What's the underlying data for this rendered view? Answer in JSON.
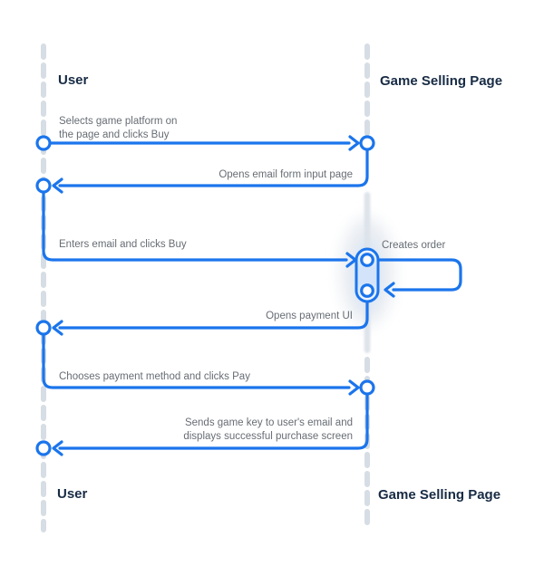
{
  "diagram_type": "sequence-diagram",
  "colors": {
    "background": "#ffffff",
    "accent": "#1b75ec",
    "lifeline": "#d6dde4",
    "actor_text": "#172b44",
    "message_text": "#676d74",
    "activation_glow": "#e9edf2"
  },
  "actors": {
    "user_top": "User",
    "user_bottom": "User",
    "page_top": "Game Selling Page",
    "page_bottom": "Game Selling Page"
  },
  "messages": {
    "m1": {
      "text_line1": "Selects game platform on",
      "text_line2": "the page and clicks Buy",
      "from": "User",
      "to": "Game Selling Page",
      "direction": "right"
    },
    "m2": {
      "text": "Opens email form input page",
      "from": "Game Selling Page",
      "to": "User",
      "direction": "left"
    },
    "m3": {
      "text": "Enters email and clicks Buy",
      "from": "User",
      "to": "Game Selling Page",
      "direction": "right"
    },
    "m4": {
      "text": "Creates order",
      "from": "Game Selling Page",
      "to": "Game Selling Page",
      "direction": "self"
    },
    "m5": {
      "text": "Opens payment UI",
      "from": "Game Selling Page",
      "to": "User",
      "direction": "left"
    },
    "m6": {
      "text": "Chooses payment method and clicks Pay",
      "from": "User",
      "to": "Game Selling Page",
      "direction": "right"
    },
    "m7": {
      "text_line1": "Sends game key to user's email and",
      "text_line2": "displays successful purchase screen",
      "from": "Game Selling Page",
      "to": "User",
      "direction": "left"
    }
  }
}
